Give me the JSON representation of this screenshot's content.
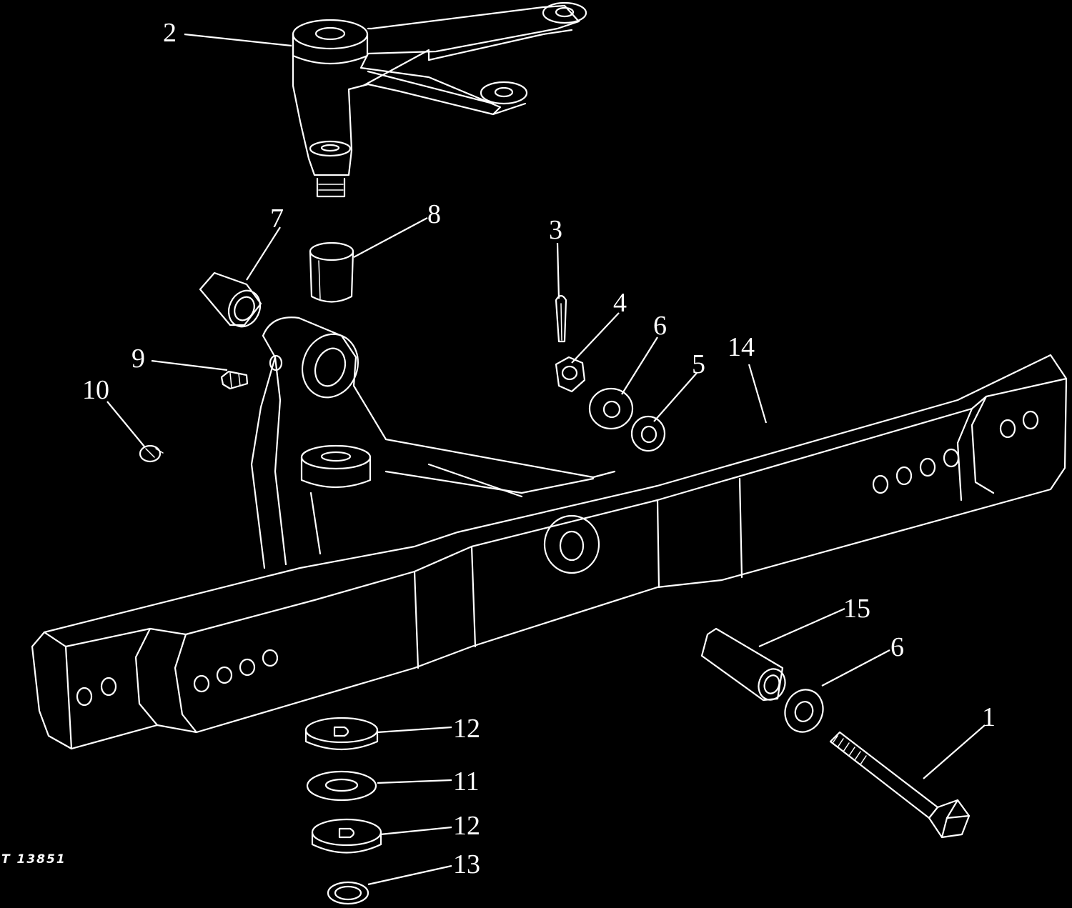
{
  "diagram": {
    "figure_id": "T 13851",
    "callouts": {
      "c1": "1",
      "c2": "2",
      "c3": "3",
      "c4": "4",
      "c5": "5",
      "c6a": "6",
      "c6b": "6",
      "c7": "7",
      "c8": "8",
      "c9": "9",
      "c10": "10",
      "c11": "11",
      "c12a": "12",
      "c12b": "12",
      "c13": "13",
      "c14": "14",
      "c15": "15"
    },
    "colors": {
      "background": "#000000",
      "line": "#ffffff"
    }
  }
}
